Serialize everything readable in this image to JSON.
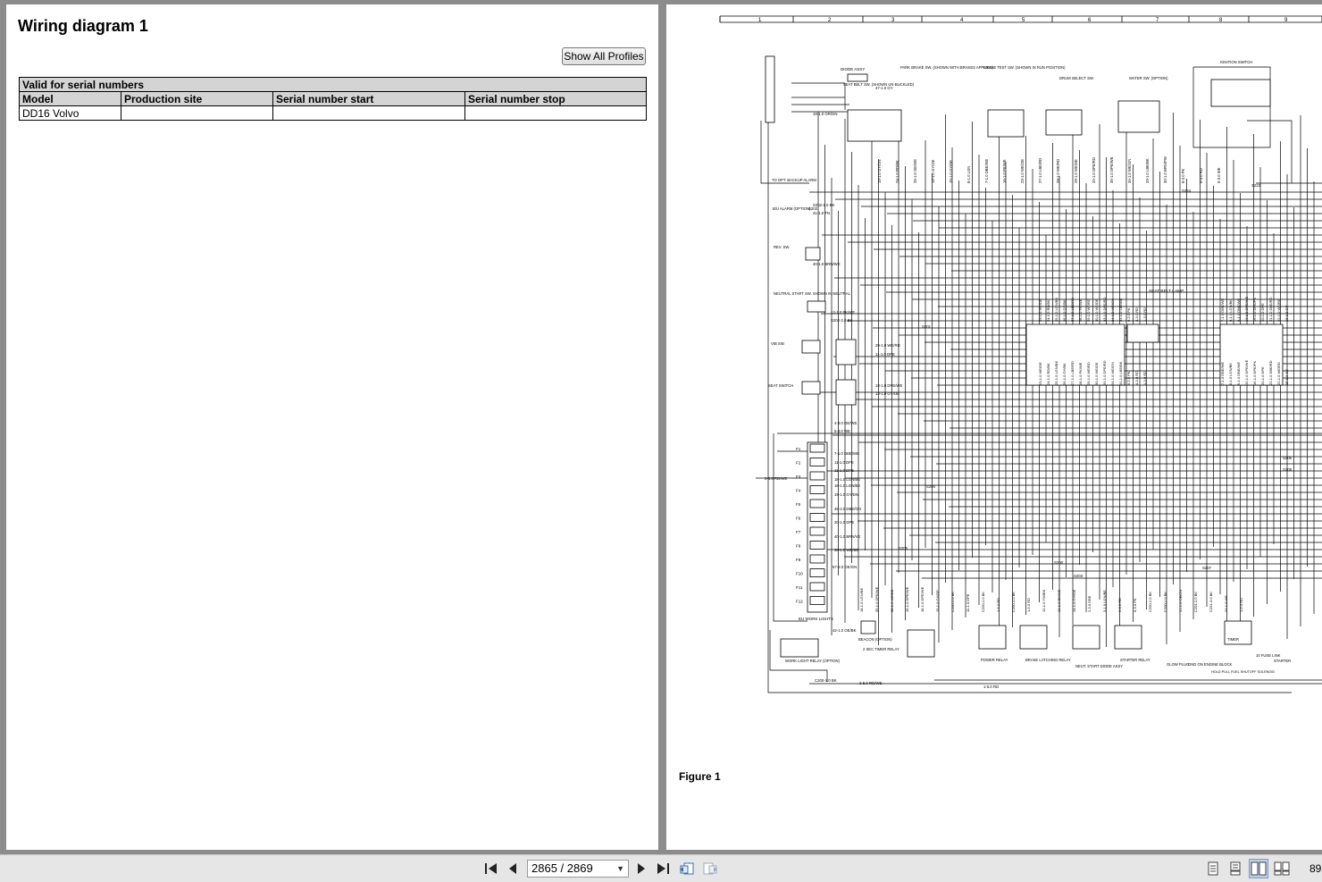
{
  "document": {
    "title": "Wiring diagram 1",
    "show_profiles_label": "Show All Profiles",
    "table": {
      "caption": "Valid for serial numbers",
      "headers": [
        "Model",
        "Production site",
        "Serial number start",
        "Serial number stop"
      ],
      "rows": [
        [
          "DD16 Volvo",
          "",
          "",
          ""
        ]
      ]
    }
  },
  "figure": {
    "label": "Figure 1",
    "ruler_numbers": [
      "1",
      "2",
      "3",
      "4",
      "5",
      "6",
      "7",
      "8",
      "9"
    ],
    "component_labels": {
      "diode_assy": "DIODE ASSY",
      "seat_belt_sw": "SEAT BELT SW. (SHOWN UN-BUCKLED)",
      "park_brake_sw": "PARK BRAKE SW. (SHOWN WITH BRAKES APPLIED)",
      "brake_test_sw": "BRAKE TEST SW. (SHOWN IN RUN POSITION)",
      "drum_select_sw": "DRUM SELECT SW.",
      "water_sw": "WATER SW. (OPTION)",
      "ignition_switch": "IGNITION SWITCH",
      "backup_alarm": "TO OPT. BACKUP ALARM",
      "bu_alarm": "B/U ALARM (OPTION)",
      "rev_sw": "REV. SW.",
      "neutral_start_sw": "NEUTRAL START SW. SHOWN IN NEUTRAL",
      "vib_sw": "VIB SW.",
      "seat_switch": "SEAT SWITCH",
      "seat_belt_lamp": "SEAT BELT LAMP",
      "eu_work_lights": "EU WORK LIGHTS",
      "work_light_relay": "WORK LIGHT RELAY (OPTION)",
      "beacon": "BEACON (OPTION)",
      "timer_relay": "2 SEC TIMER RELAY",
      "power_relay": "POWER RELAY",
      "brake_latching_relay": "BRAKE LATCHING RELAY",
      "neut_start_diode": "NEUT. START DIODE ASSY",
      "starter_relay": "STARTER RELAY",
      "glow_plug": "GLOW PLUG",
      "gnd_engine_block": "GND ON ENGINE BLOCK",
      "hold_fuel_solenoid": "HOLD PULL FUEL SHUTOFF SOLENOID",
      "fuel_link": "10 FUSE LINK",
      "starter": "STARTER"
    },
    "wire_labels": [
      "47-1.0 GY",
      "19-1.0 OR/GN",
      "S202-1.0 BK",
      "41-1.0 TN",
      "40-1.0 BRN/WE",
      "13-1.0 BK/WE",
      "S202-2.0 BK",
      "29-1.0 WE/RD",
      "11-1.0 DPE",
      "18-1.0 DPE/WE",
      "13-1.0 GY/OE",
      "4-3.0 OE/WE",
      "5-3.0 WE",
      "7-1.0 DBE/WE",
      "11-1.0 DPE",
      "11-1.0 DPE",
      "18-1.0 LGN/BE",
      "18-1.0 LGN/BE",
      "19-1.0 GY/DN",
      "45-2.0 DBE/GN",
      "20-1.0 DPE",
      "40-1.0 BRN/VE",
      "38-1.0 WE/BE",
      "57-2.0 OE/GN",
      "42-1.0 OE/BK",
      "2-3.0 RD/WE",
      "C200-1.0 BK",
      "2-5.0 RD/WE",
      "1-5.0 RD"
    ],
    "splice_labels": [
      "S201",
      "S202",
      "S203",
      "S204",
      "S205",
      "S206",
      "S207",
      "S208",
      "S224",
      "S223",
      "S200"
    ]
  },
  "toolbar": {
    "page_indicator": "2865 / 2869",
    "zoom": "89",
    "icons": [
      "first-page-icon",
      "prev-page-icon",
      "next-page-icon",
      "last-page-icon",
      "go-back-icon",
      "go-forward-icon",
      "single-page-view-icon",
      "continuous-view-icon",
      "two-page-view-icon",
      "two-page-continuous-view-icon"
    ]
  }
}
